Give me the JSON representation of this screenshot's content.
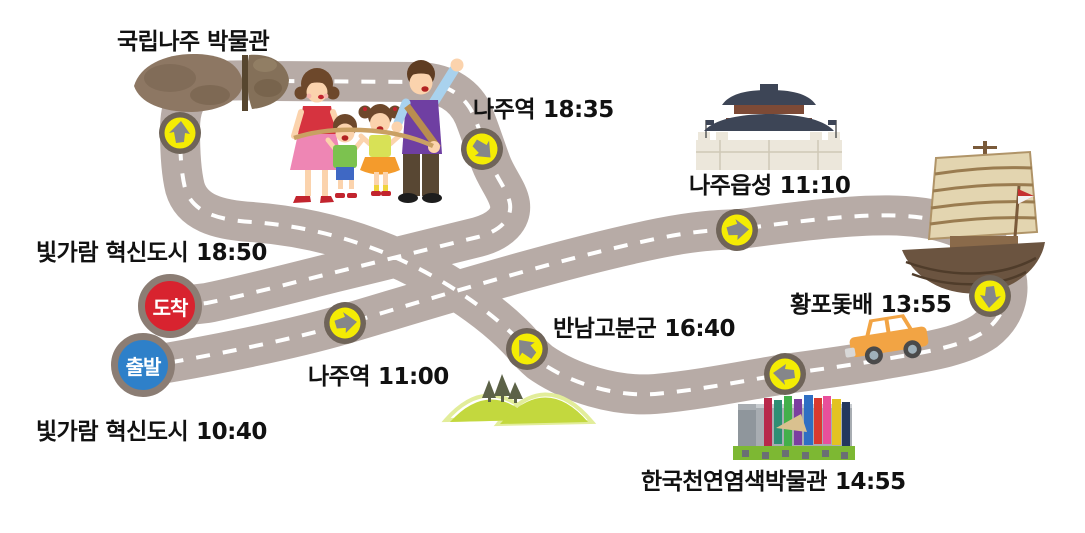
{
  "map": {
    "badges": {
      "arrival": {
        "label": "도착",
        "color": "#d8232f"
      },
      "departure": {
        "label": "출발",
        "color": "#2e80c9"
      }
    },
    "stops": [
      {
        "name": "국립나주 박물관",
        "time": ""
      },
      {
        "name": "나주역",
        "time": "18:35"
      },
      {
        "name": "나주읍성",
        "time": "11:10"
      },
      {
        "name": "빛가람 혁신도시",
        "time": "18:50"
      },
      {
        "name": "황포돛배",
        "time": "13:55"
      },
      {
        "name": "반남고분군",
        "time": "16:40"
      },
      {
        "name": "나주역",
        "time": "11:00"
      },
      {
        "name": "빛가람 혁신도시",
        "time": "10:40"
      },
      {
        "name": "한국천연염색박물관",
        "time": "14:55"
      }
    ],
    "markers": [
      "up",
      "down-right",
      "right",
      "down",
      "left",
      "up-left",
      "right"
    ],
    "colors": {
      "road": "#b7aba6",
      "centerline": "#ffffff",
      "marker_yellow": "#f4ec04",
      "marker_ring": "#6f6459",
      "arrow_glyph": "#85868a",
      "badge_ring": "#8b7d74",
      "text": "#111111"
    }
  }
}
